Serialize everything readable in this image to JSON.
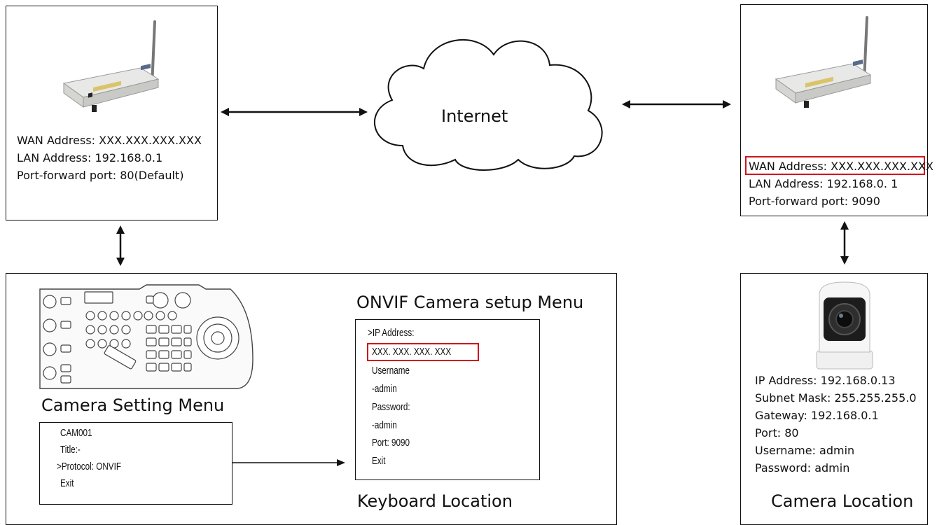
{
  "cloud": {
    "label": "Internet"
  },
  "left_router": {
    "icon": "router-icon",
    "lines": [
      "WAN Address: XXX.XXX.XXX.XXX",
      "LAN Address: 192.168.0.1",
      "Port-forward port: 80(Default)"
    ]
  },
  "right_router": {
    "icon": "router-icon",
    "wan": "WAN Address: XXX.XXX.XXX.XXX",
    "lines": [
      "LAN Address: 192.168.0. 1",
      "Port-forward port: 9090"
    ],
    "highlight_color": "#d0161b"
  },
  "keyboard_location": {
    "icon": "ptz-keyboard-controller-icon",
    "camera_setting_title": "Camera Setting Menu",
    "camera_setting_menu": [
      "CAM001",
      "Title:-",
      ">Protocol: ONVIF",
      "Exit"
    ],
    "onvif_title": "ONVIF Camera setup Menu",
    "onvif_menu": {
      "ip_label": ">IP Address:",
      "ip_value": "XXX. XXX. XXX. XXX",
      "rest": [
        "Username",
        "-admin",
        "Password:",
        "-admin",
        "Port: 9090",
        "Exit"
      ]
    },
    "caption": "Keyboard Location"
  },
  "camera_location": {
    "icon": "ptz-camera-icon",
    "lines": [
      "IP Address: 192.168.0.13",
      "Subnet Mask: 255.255.255.0",
      "Gateway: 192.168.0.1",
      "Port: 80",
      "Username: admin",
      "Password: admin"
    ],
    "caption": "Camera Location"
  }
}
